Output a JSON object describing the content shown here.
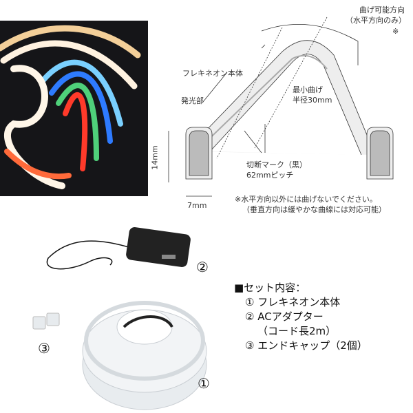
{
  "diagram": {
    "bend_direction": "曲げ可能方向",
    "bend_direction_note": "（水平方向のみ）",
    "note_mark": "※",
    "body_label": "フレキネオン本体",
    "light_label": "発光部",
    "min_bend": "最小曲げ",
    "min_bend_radius": "半径30mm",
    "cut_mark": "切断マーク（黒）",
    "cut_pitch": "62mmピッチ",
    "height": "14mm",
    "width": "7mm",
    "warning_1": "※水平方向以外には曲げないでください。",
    "warning_2": "（垂直方向は緩やかな曲線には対応可能）"
  },
  "set_contents": {
    "title": "■セット内容：",
    "items": [
      {
        "num": "①",
        "label": "フレキネオン本体"
      },
      {
        "num": "②",
        "label": "ACアダプター"
      },
      {
        "num": "",
        "label": "（コード長2m）"
      },
      {
        "num": "③",
        "label": "エンドキャップ（2個）"
      }
    ]
  },
  "photo_markers": {
    "coil": "①",
    "adapter": "②",
    "caps": "③"
  },
  "neon_colors": [
    "#ffd9a0",
    "#fff6e8",
    "#7ad0ff",
    "#2e7bff",
    "#4fd07a",
    "#ff3a2a"
  ]
}
